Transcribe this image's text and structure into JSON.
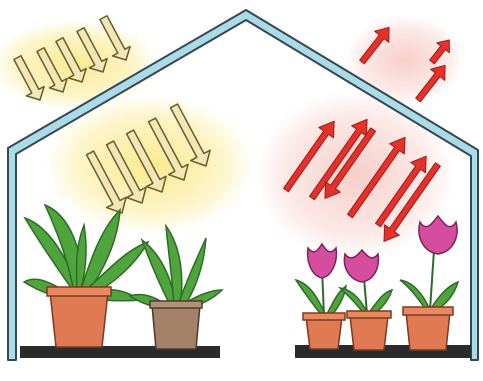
{
  "scene": {
    "subject": "greenhouse-effect-illustration",
    "style": "hand-drawn colored pencil",
    "colors": {
      "background": "#ffffff",
      "greenhouse_glass": "#a9dce8",
      "greenhouse_outline": "#3b4750",
      "shelf": "#2b2b2b",
      "sunlight_glow": "#fbe98a",
      "sun_arrow_fill": "#f3e7b8",
      "sun_arrow_outline": "#6b5a2a",
      "heat_glow": "#f6c9c3",
      "heat_arrow": "#e4312b",
      "pot_clay": "#e07a52",
      "pot_brown": "#a4826a",
      "leaf_green": "#4fa43b",
      "leaf_dark": "#2f6b2a",
      "tulip_pink": "#d54d9e"
    },
    "elements": {
      "incoming_sunlight_arrows": 10,
      "heat_arrows_reflected_inside": 6,
      "heat_arrows_escaping": 3,
      "leafy_plants": 2,
      "tulip_pots": 3
    }
  }
}
